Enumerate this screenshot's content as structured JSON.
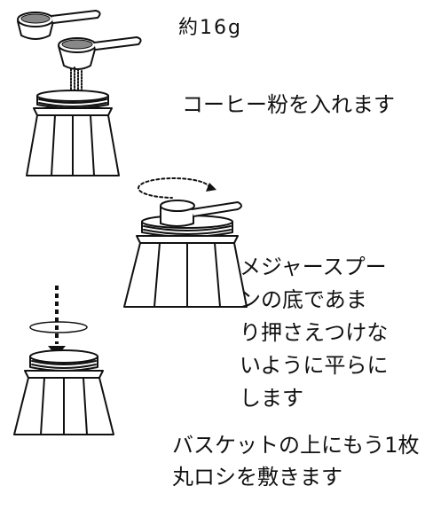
{
  "steps": [
    {
      "text": "約16g"
    },
    {
      "text": "コーヒー粉を入れます"
    },
    {
      "lines": [
        "メジャースプー",
        "ンの底であま",
        "り押さえつけな",
        "いように平らに",
        "します"
      ]
    },
    {
      "lines": [
        "バスケットの上にもう1枚",
        "丸ロシを敷きます"
      ]
    }
  ],
  "icons": [
    "measuring-spoon-icon",
    "coffee-powder-icon",
    "moka-pot-base-icon",
    "rotate-arrow-icon",
    "down-arrow-icon",
    "paper-filter-icon"
  ]
}
